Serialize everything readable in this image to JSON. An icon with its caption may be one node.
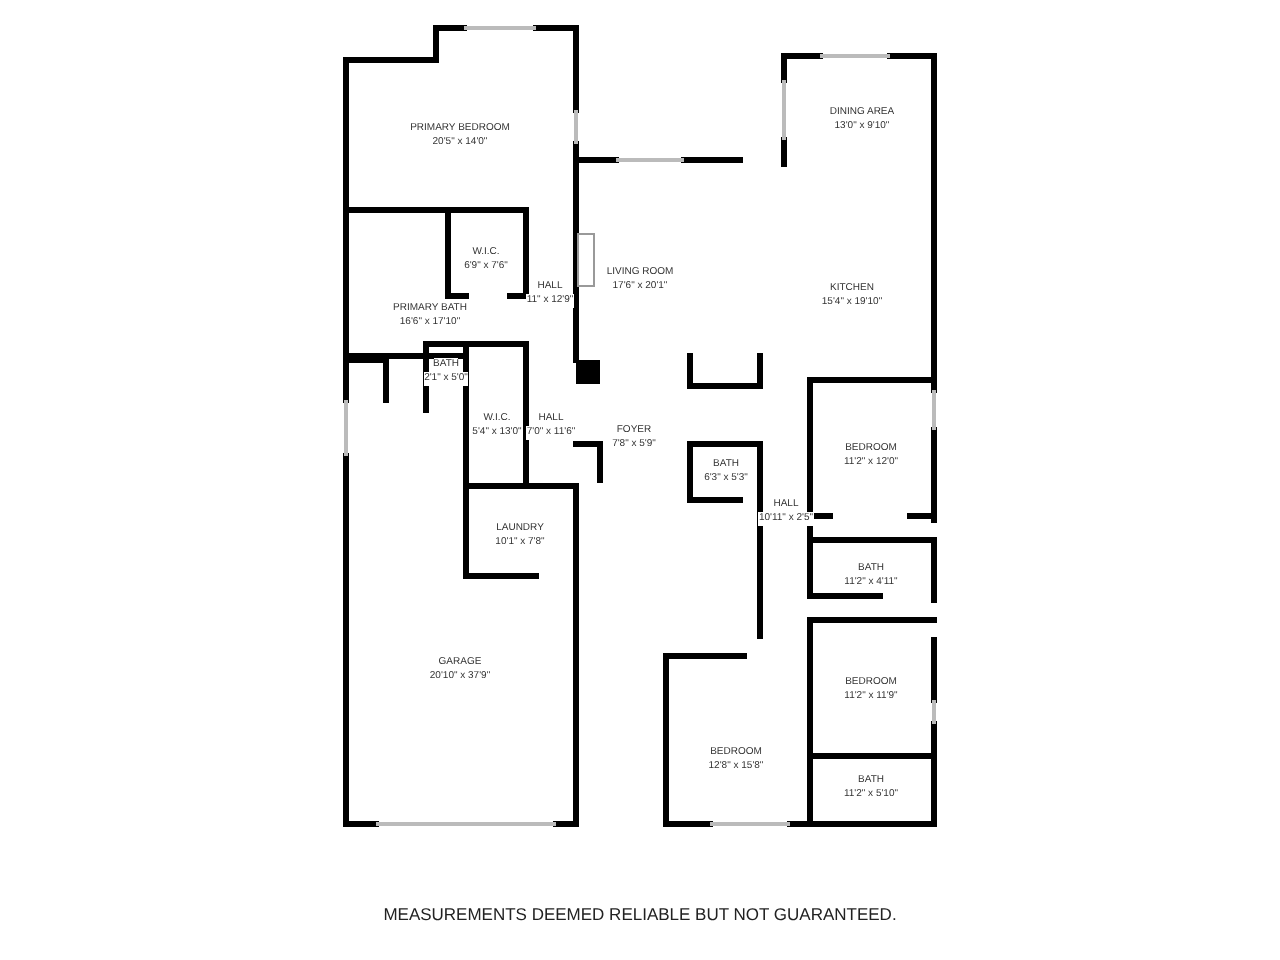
{
  "diagram": {
    "nodes": [
      {
        "text": [
          "PRIMARY BEDROOM",
          "20'5\" x 14'0\""
        ]
      },
      {
        "text": [
          "W.I.C.",
          "6'9\" x 7'6\""
        ]
      },
      {
        "text": [
          "HALL",
          "11\" x 12'9\""
        ]
      },
      {
        "text": [
          "PRIMARY BATH",
          "16'6\" x 17'10\""
        ]
      },
      {
        "text": [
          "BATH",
          "2'1\" x 5'0\""
        ]
      },
      {
        "text": [
          "W.I.C.",
          "5'4\" x 13'0\""
        ]
      },
      {
        "text": [
          "HALL",
          "7'0\" x 11'6\""
        ]
      },
      {
        "text": [
          "LAUNDRY",
          "10'1\" x 7'8\""
        ]
      },
      {
        "text": [
          "GARAGE",
          "20'10\" x 37'9\""
        ]
      },
      {
        "text": [
          "LIVING ROOM",
          "17'6\" x 20'1\""
        ]
      },
      {
        "text": [
          "DINING AREA",
          "13'0\" x 9'10\""
        ]
      },
      {
        "text": [
          "KITCHEN",
          "15'4\" x 19'10\""
        ]
      },
      {
        "text": [
          "FOYER",
          "7'8\" x 5'9\""
        ]
      },
      {
        "text": [
          "BATH",
          "6'3\" x 5'3\""
        ]
      },
      {
        "text": [
          "HALL",
          "10'11\" x 2'5\""
        ]
      },
      {
        "text": [
          "BEDROOM",
          "11'2\" x 12'0\""
        ]
      },
      {
        "text": [
          "BATH",
          "11'2\" x 4'11\""
        ]
      },
      {
        "text": [
          "BEDROOM",
          "11'2\" x 11'9\""
        ]
      },
      {
        "text": [
          "BEDROOM",
          "12'8\" x 15'8\""
        ]
      },
      {
        "text": [
          "BATH",
          "11'2\" x 5'10\""
        ]
      }
    ],
    "labels": [
      "MEASUREMENTS DEEMED RELIABLE BUT NOT GUARANTEED."
    ]
  }
}
